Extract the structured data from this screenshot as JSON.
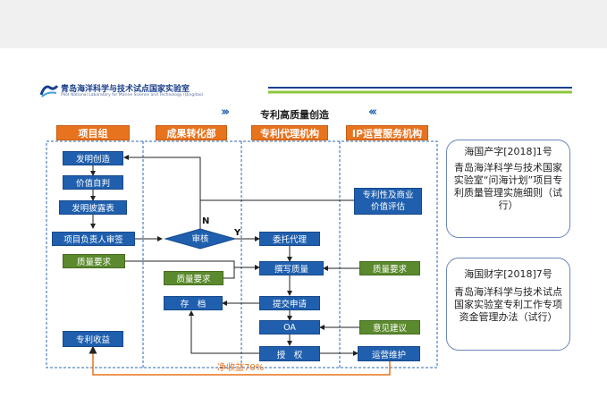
{
  "logo": {
    "name": "青岛海洋科学与技术试点国家实验室",
    "subtitle": "Pilot National Laboratory for Marine Science and Technology (Qingdao)"
  },
  "title": "专利高质量创造",
  "columns": [
    "项目组",
    "成果转化部",
    "专利代理机构",
    "IP运营服务机构"
  ],
  "nodes": {
    "invent": "发明创造",
    "self_judge": "价值自判",
    "disclosure": "发明披露表",
    "leader_review": "项目负责人审签",
    "review": "审核",
    "quality_req_1": "质量要求",
    "quality_req_2": "质量要求",
    "quality_req_3": "质量要求",
    "patent_eval": "专利性及商业价值评估",
    "delegate": "委托代理",
    "write_quality": "撰写质量",
    "submit": "提交申请",
    "archive": "存　档",
    "oa": "OA",
    "opinion": "意见建议",
    "grant": "授　权",
    "operation": "运营维护",
    "income": "专利收益"
  },
  "labels": {
    "n": "N",
    "y": "Y",
    "net_income": "净收益70%"
  },
  "docs": [
    {
      "header": "海国产字[2018]1号",
      "body": "青岛海洋科学与技术国家实验室“问海计划”项目专利质量管理实施细则（试行）"
    },
    {
      "header": "海国财字[2018]7号",
      "body": "青岛海洋科学与技术试点国家实验室专利工作专项资金管理办法（试行）"
    }
  ],
  "colors": {
    "blue": "#1f5fae",
    "orange": "#e8731f",
    "green": "#5b8a2e",
    "accent_bar": "#8cc63f"
  }
}
